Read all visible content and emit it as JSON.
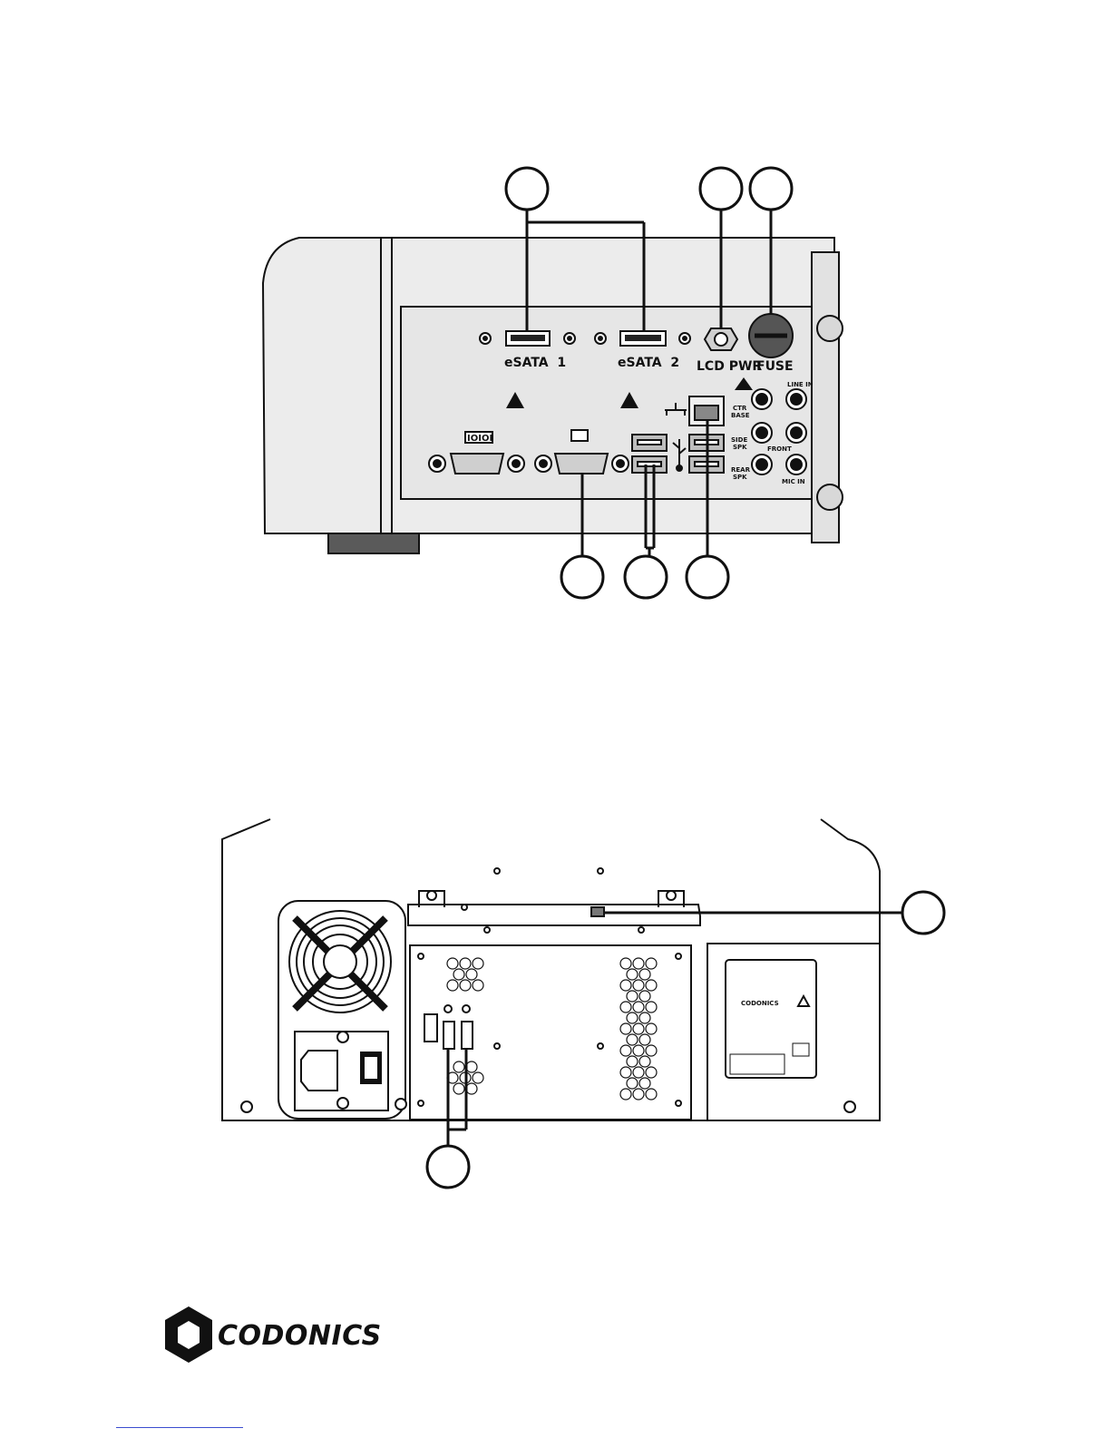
{
  "top_panel": {
    "labels": {
      "esata1": "eSATA  1",
      "esata2": "eSATA  2",
      "lcd_pwr": "LCD PWR",
      "fuse": "FUSE",
      "line_in": "LINE IN",
      "ctr_base_1": "CTR",
      "ctr_base_2": "BASE",
      "side_spk_1": "SIDE",
      "side_spk_2": "SPK",
      "rear_spk_1": "REAR",
      "rear_spk_2": "SPK",
      "front": "FRONT",
      "mic_in": "MIC IN",
      "serial": "IOIOI"
    }
  },
  "bottom_panel": {
    "label_brand": "CODONICS"
  },
  "footer": {
    "brand": "CODONICS"
  },
  "colors": {
    "panel_fill": "#e9e9e9",
    "outline": "#111111",
    "background": "#ffffff"
  }
}
